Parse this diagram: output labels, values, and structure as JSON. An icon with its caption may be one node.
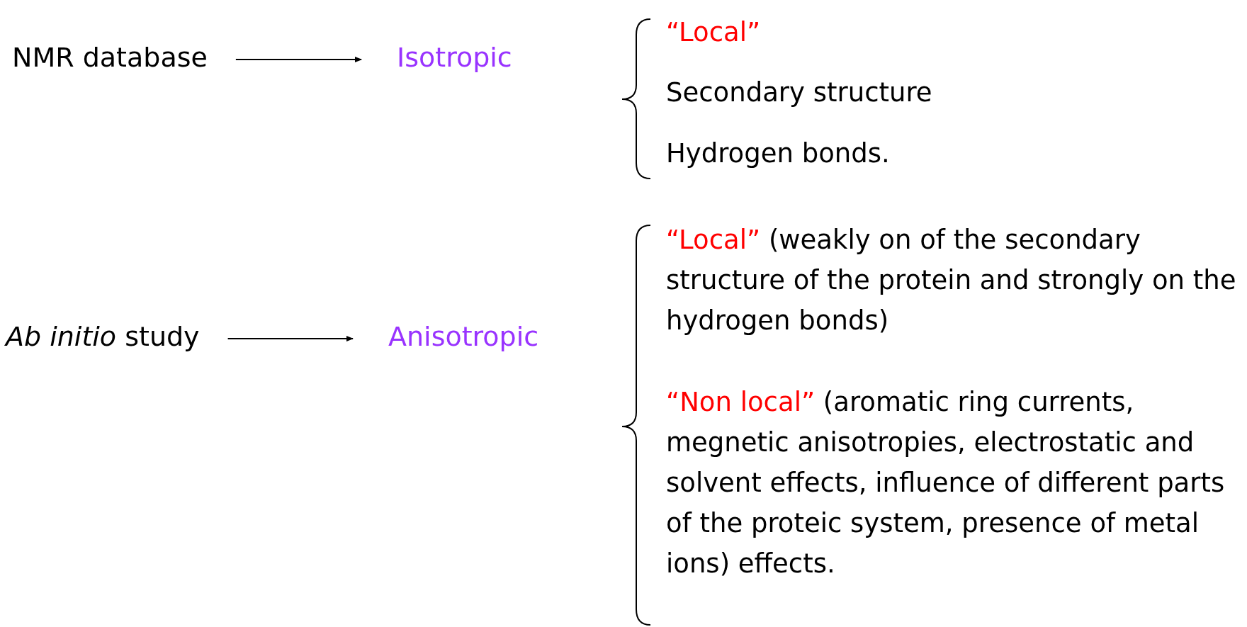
{
  "diagram": {
    "nodes": [
      {
        "text": [
          "NMR database"
        ]
      },
      {
        "text": [
          "Isotropic"
        ]
      },
      {
        "text": [
          "*Ab initio* study"
        ]
      },
      {
        "text": [
          "Anisotropic"
        ]
      }
    ],
    "edges": [
      {
        "from": 0,
        "to": 1,
        "arrow": "to"
      },
      {
        "from": 2,
        "to": 3,
        "arrow": "to"
      }
    ],
    "labels": [
      "“Local”",
      "Secondary structure",
      "Hydrogen bonds.",
      "“Local”",
      "(weakly on of the secondary structure of the protein and strongly on the hydrogen bonds)",
      "“Non local”",
      "(aromatic ring currents, megnetic anisotropies, electrostatic and solvent effects, influence of different parts of the proteic system, presence of metal ions) effects."
    ]
  }
}
